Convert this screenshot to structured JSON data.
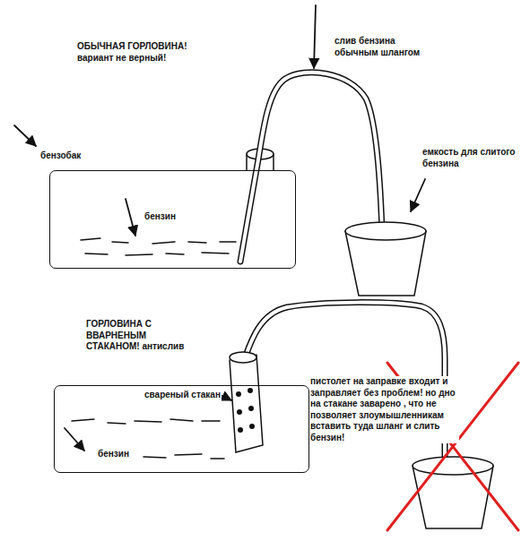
{
  "diagram": {
    "nodes": [
      {
        "text": [
          "бензин"
        ]
      },
      {
        "text": [
          "бензин"
        ]
      }
    ],
    "labels": [
      "ОБЫЧНАЯ ГОРЛОВИНА! вариант не верный!",
      "слив бензина обычным шлангом",
      "бензобак",
      "емкость для слитого бензина",
      "ГОРЛОВИНА С ВВАРНЕНЫМ СТАКАНОМ! антислив",
      "свареный стакан",
      "пистолет на заправке входит и заправляет без проблем! но дно на стакане заварено , что не позволяет злоумышленникам вставить туда шланг и слить бензин!"
    ]
  }
}
